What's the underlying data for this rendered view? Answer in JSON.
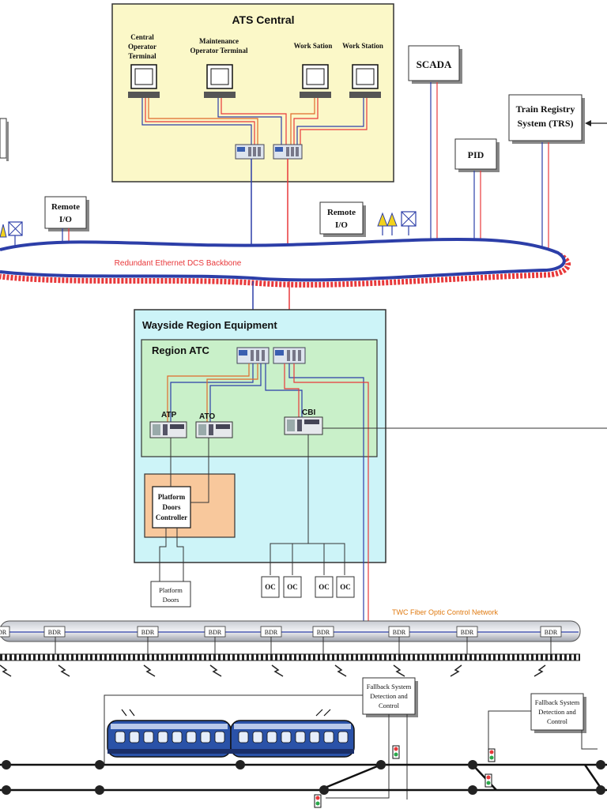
{
  "ats": {
    "title": "ATS Central",
    "terminals": [
      {
        "line1": "Central",
        "line2": "Operator",
        "line3": "Terminal"
      },
      {
        "line1": "Maintenance",
        "line2": "Operator Terminal",
        "line3": ""
      },
      {
        "line1": "Work Sation",
        "line2": "",
        "line3": ""
      },
      {
        "line1": "Work Station",
        "line2": "",
        "line3": ""
      }
    ]
  },
  "external": {
    "scada": "SCADA",
    "trs_line1": "Train Registry",
    "trs_line2": "System (TRS)",
    "pid": "PID"
  },
  "remote_io": [
    {
      "line1": "Remote",
      "line2": "I/O"
    },
    {
      "line1": "Remote",
      "line2": "I/O"
    }
  ],
  "backbone_label": "Redundant Ethernet DCS Backbone",
  "wayside": {
    "title": "Wayside Region Equipment",
    "region_atc": "Region ATC",
    "atp": "ATP",
    "ato": "ATO",
    "cbi": "CBI",
    "pdc_line1": "Platform",
    "pdc_line2": "Doors",
    "pdc_line3": "Controller",
    "platform_doors_line1": "Platform",
    "platform_doors_line2": "Doors"
  },
  "oc_units": [
    "OC",
    "OC",
    "OC",
    "OC"
  ],
  "twc_label": "TWC Fiber Optic Control Network",
  "bdr_labels": [
    "BDR",
    "BDR",
    "BDR",
    "BDR",
    "BDR",
    "BDR",
    "BDR",
    "BDR",
    "BDR"
  ],
  "fallback": [
    {
      "line1": "Fallback System",
      "line2": "Detection and",
      "line3": "Control"
    },
    {
      "line1": "Fallback System",
      "line2": "Detection and",
      "line3": "Control"
    }
  ],
  "colors": {
    "ats_fill": "#fbf8c8",
    "wayside_fill": "#cdf4f8",
    "region_fill": "#c9f0c9",
    "pdc_fill": "#f8c89c",
    "blue_link": "#2c3ea8",
    "red_link": "#e8383a",
    "orange_link": "#e06a2c",
    "twc_text": "#e07a10",
    "train_blue": "#2a52a8"
  }
}
